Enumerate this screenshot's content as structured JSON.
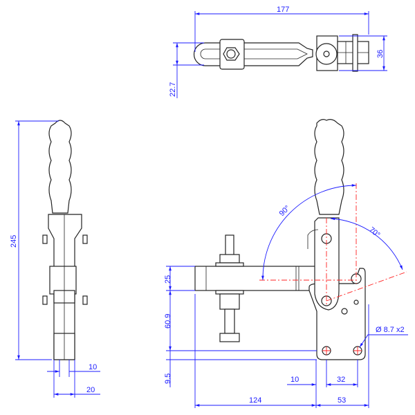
{
  "drawing": {
    "top_view": {
      "overall_length": "177",
      "height": "36",
      "offset": "22.7"
    },
    "side_view": {
      "overall_height": "245",
      "width_small": "10",
      "width_large": "20"
    },
    "front_view": {
      "arm_height": "25",
      "arm_to_holes": "60.9",
      "holes_to_base": "9.5",
      "arm_length": "124",
      "base_length": "53",
      "hole_edge_offset": "10",
      "hole_spacing": "32",
      "hole_callout": "Ø 8.7 x2",
      "handle_open_angle": "90°",
      "arm_open_angle": "70°"
    },
    "colors": {
      "dimension": "#1a1aff",
      "centerline": "#ff2020",
      "outline": "#222222"
    }
  }
}
